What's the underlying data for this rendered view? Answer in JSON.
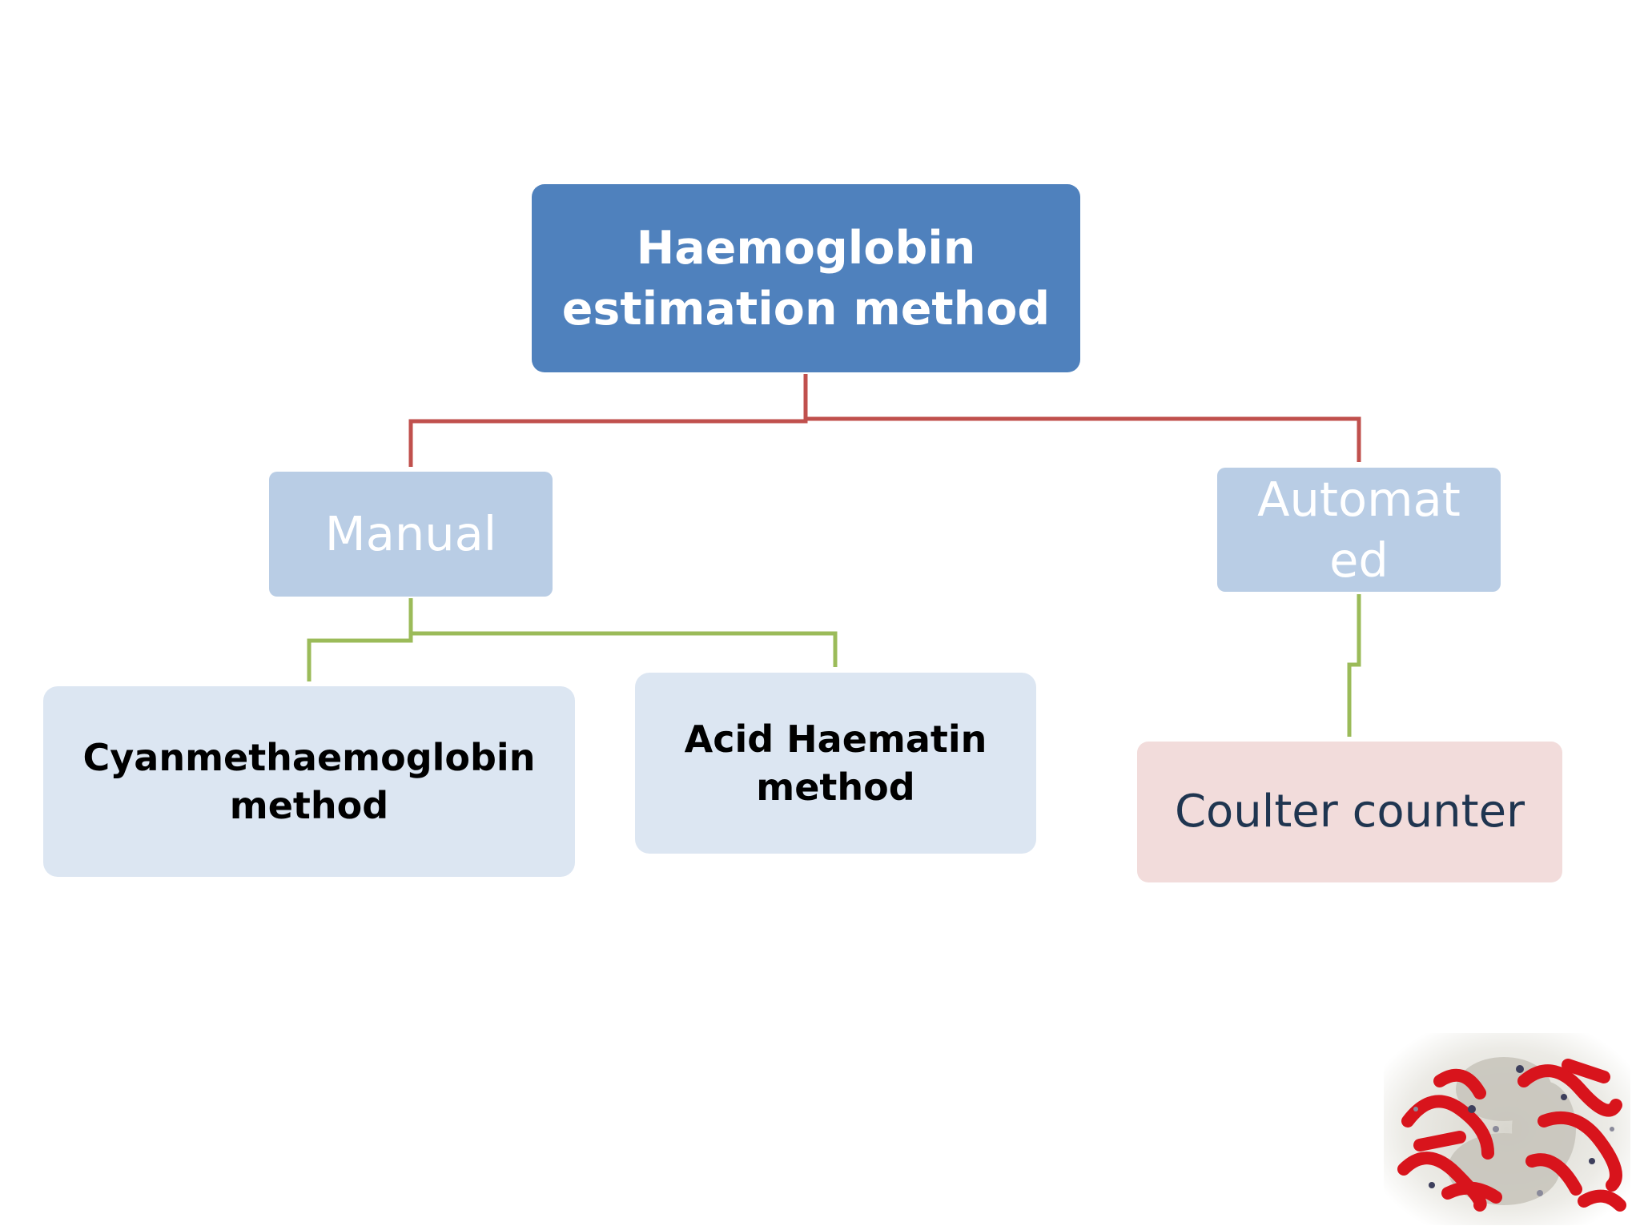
{
  "diagram": {
    "root": {
      "line1": "Haemoglobin",
      "line2": "estimation method",
      "color": "#4f81bd"
    },
    "branches": {
      "manual": {
        "label": "Manual",
        "color": "#b9cde5"
      },
      "automated": {
        "label": "Automated",
        "color": "#b9cde5"
      }
    },
    "leaves": {
      "cyanmethaemoglobin": {
        "line1": "Cyanmethaemoglobin",
        "line2": "method",
        "color": "#dce6f2"
      },
      "acid_haematin": {
        "line1": "Acid Haematin",
        "line2": "method",
        "color": "#dce6f2"
      },
      "coulter": {
        "label": "Coulter counter",
        "color": "#f2dcdb"
      }
    },
    "connector_colors": {
      "level1": "#c0504d",
      "level2": "#9bbb59"
    }
  },
  "decoration": {
    "image": "haemoglobin-molecule-image"
  }
}
